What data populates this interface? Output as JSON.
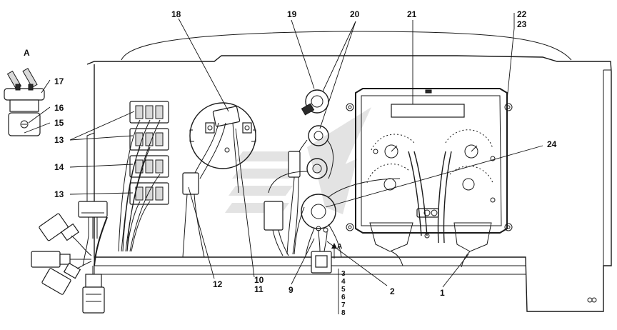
{
  "callouts": {
    "n1": "1",
    "n2": "2",
    "n9": "9",
    "n10": "10",
    "n11": "11",
    "n12": "12",
    "n13a": "13",
    "n13b": "13",
    "n14": "14",
    "n15": "15",
    "n16": "16",
    "n17": "17",
    "n18": "18",
    "n19": "19",
    "n20": "20",
    "n21": "21",
    "n22": "22",
    "n23": "23",
    "n24": "24",
    "stack": [
      "3",
      "4",
      "5",
      "6",
      "7",
      "8"
    ]
  },
  "view": {
    "label_top": "A",
    "label_arrow": "A"
  },
  "colors": {
    "ink": "#1a1a1a",
    "watermark": "#b0b0b0"
  }
}
